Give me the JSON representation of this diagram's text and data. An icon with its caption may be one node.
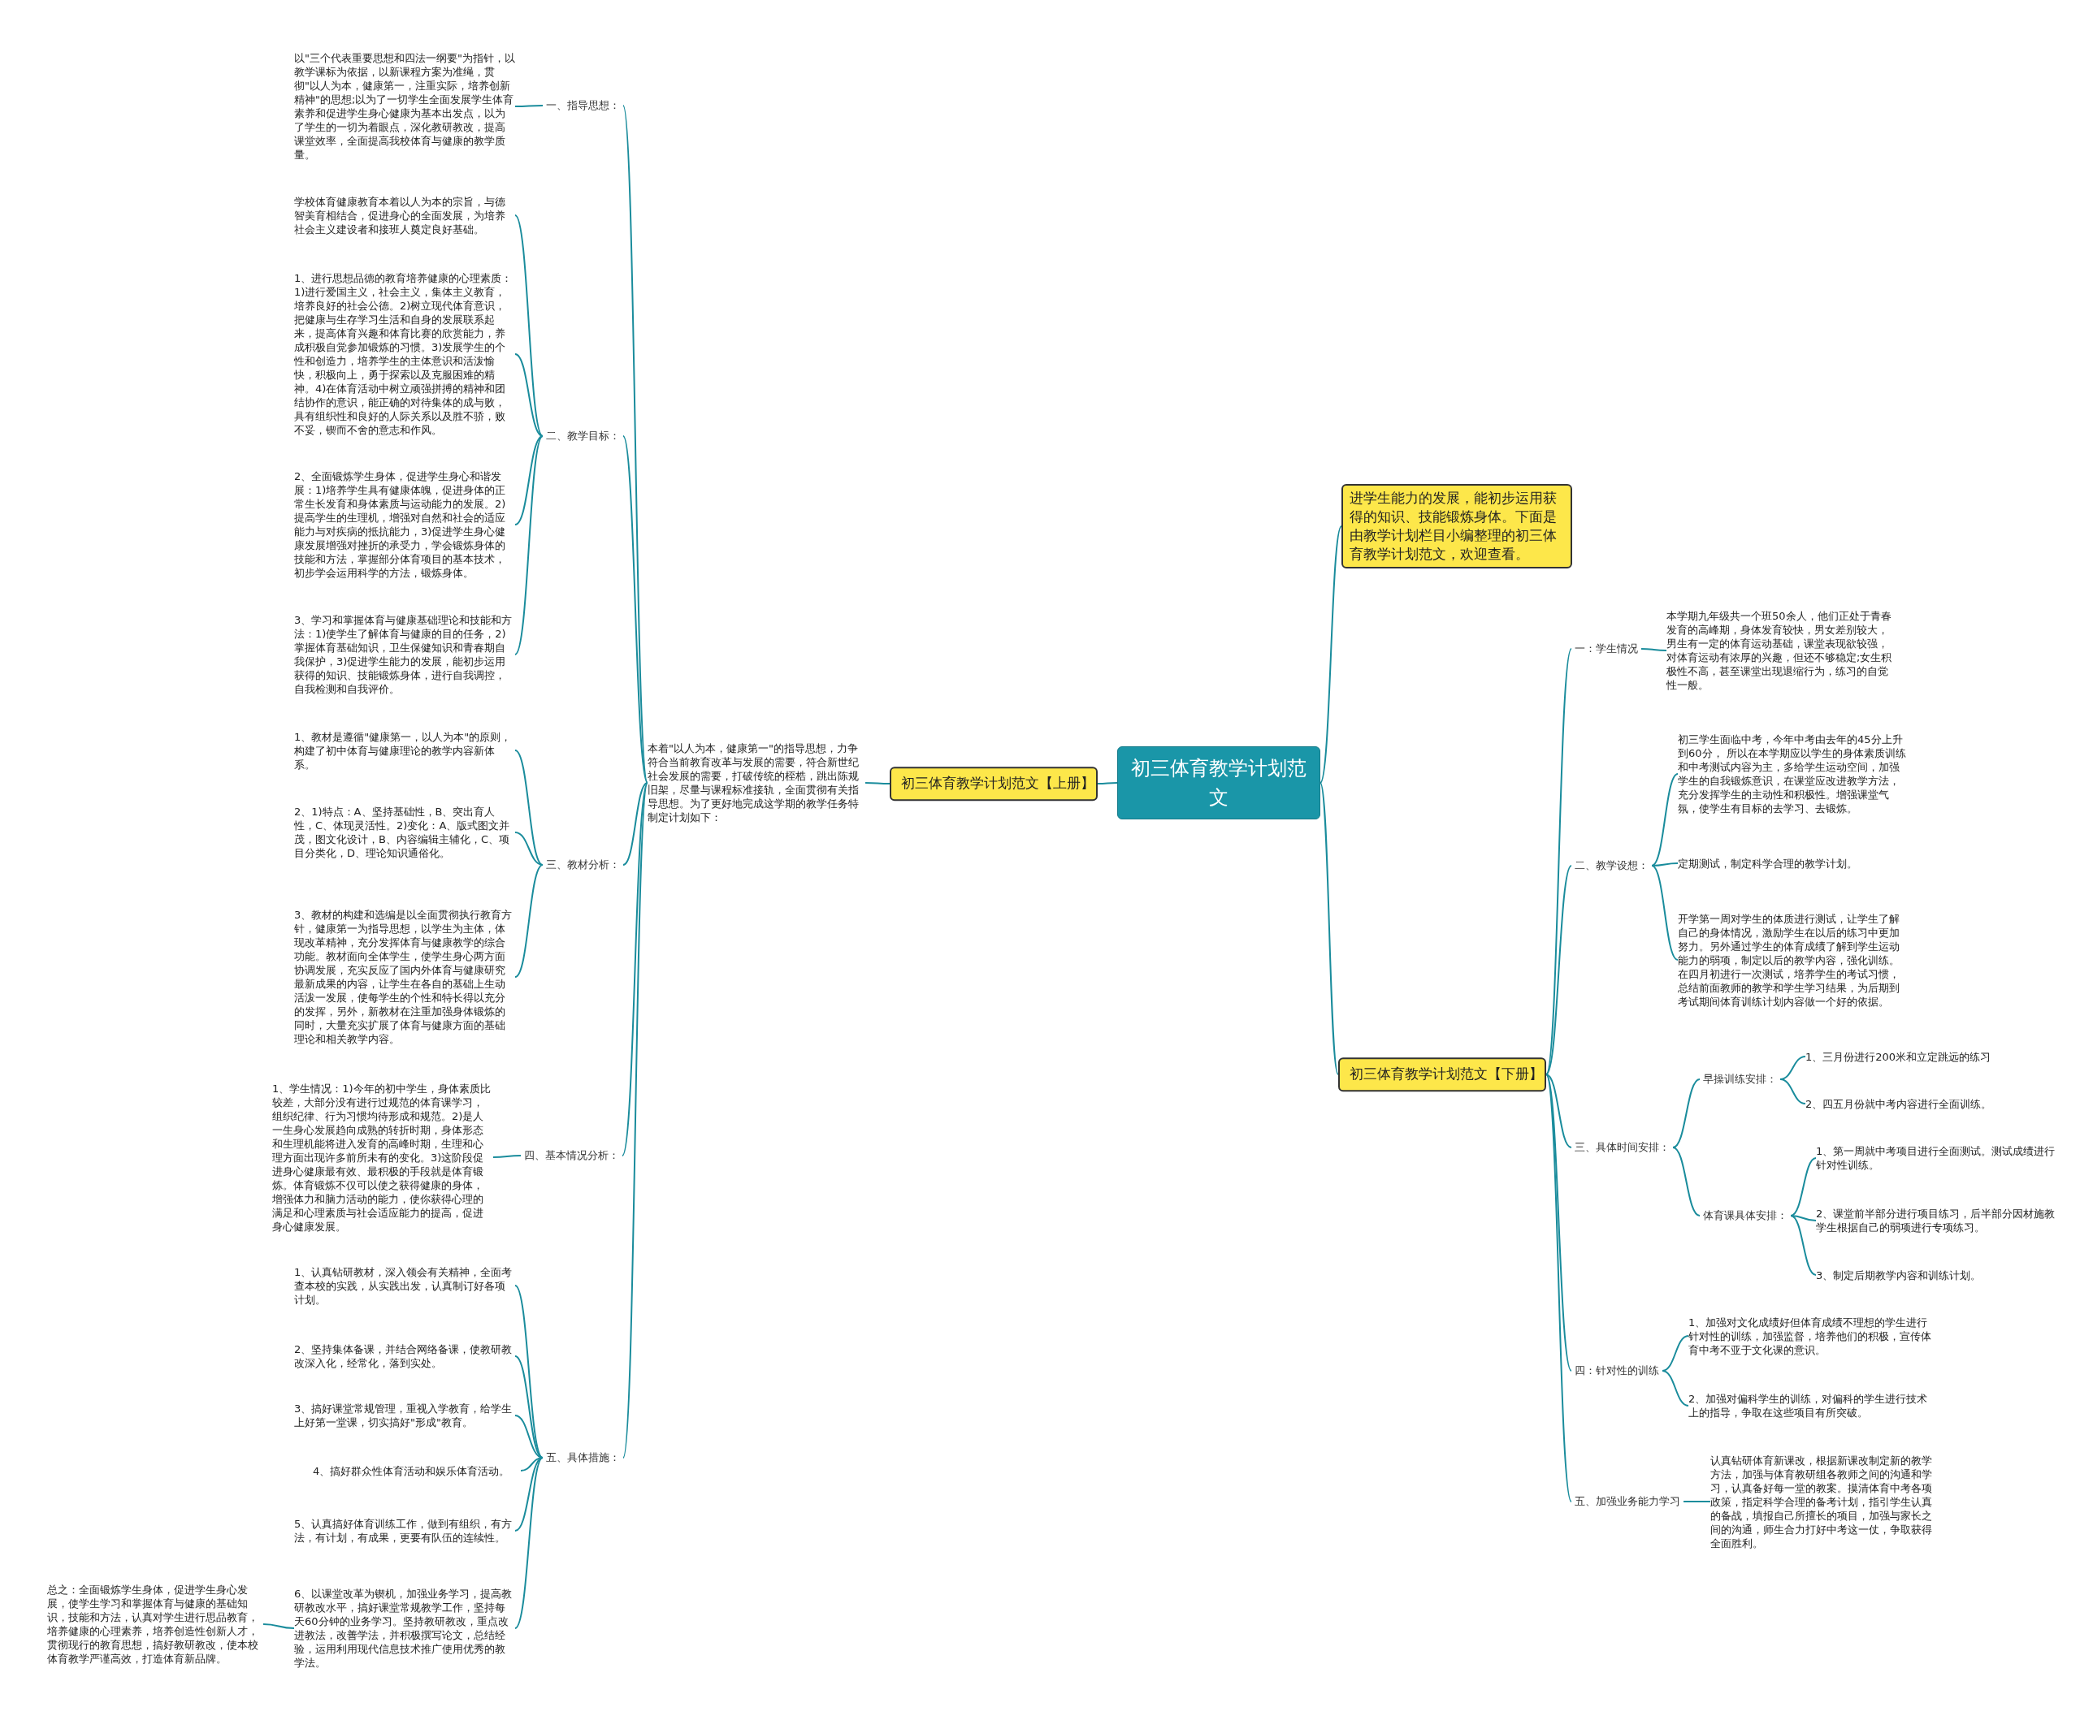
{
  "diagram": {
    "nodes": [
      {
        "text": [
          "初三体育教学计划范文"
        ]
      },
      {
        "text": [
          "初三体育教学计划范文【上册】"
        ]
      },
      {
        "text": [
          "本着\"以人为本，健康第一\"的指导思想，力争符合当前教育改革与发展的需要，符合新世纪社会发展的需要，打破传统的桎梏，跳出陈规旧架，尽量与课程标准接轨，全面贯彻有关指导思想。为了更好地完成这学期的教学任务特制定计划如下："
        ]
      },
      {
        "text": [
          "一、指导思想："
        ]
      },
      {
        "text": [
          "以\"三个代表重要思想和四法一纲要\"为指针，以教学课标为依据，以新课程方案为准绳，贯彻\"以人为本，健康第一，注重实际，培养创新精神\"的思想;以为了一切学生全面发展学生体育素养和促进学生身心健康为基本出发点，以为了学生的一切为着眼点，深化教研教改，提高课堂效率，全面提高我校体育与健康的教学质量。"
        ]
      },
      {
        "text": [
          "二、教学目标："
        ]
      },
      {
        "text": [
          "学校体育健康教育本着以人为本的宗旨，与德智美育相结合，促进身心的全面发展，为培养社会主义建设者和接班人奠定良好基础。"
        ]
      },
      {
        "text": [
          "1、进行思想品德的教育培养健康的心理素质：1)进行爱国主义，社会主义，集体主义教育，培养良好的社会公德。2)树立现代体育意识，把健康与生存学习生活和自身的发展联系起来，提高体育兴趣和体育比赛的欣赏能力，养成积极自觉参加锻炼的习惯。3)发展学生的个性和创造力，培养学生的主体意识和活泼愉快，积极向上，勇于探索以及克服困难的精神。4)在体育活动中树立顽强拼搏的精神和团结协作的意识，能正确的对待集体的成与败，具有组织性和良好的人际关系以及胜不骄，败不妥，锲而不舍的意志和作风。"
        ]
      },
      {
        "text": [
          "2、全面锻炼学生身体，促进学生身心和谐发展：1)培养学生具有健康体魄，促进身体的正常生长发育和身体素质与运动能力的发展。2)提高学生的生理机，增强对自然和社会的适应能力与对疾病的抵抗能力，3)促进学生身心健康发展增强对挫折的承受力，学会锻炼身体的技能和方法，掌握部分体育项目的基本技术，初步学会运用科学的方法，锻炼身体。"
        ]
      },
      {
        "text": [
          "3、学习和掌握体育与健康基础理论和技能和方法：1)使学生了解体育与健康的目的任务，2)掌握体育基础知识，卫生保健知识和青春期自我保护，3)促进学生能力的发展，能初步运用获得的知识、技能锻炼身体，进行自我调控，自我检测和自我评价。"
        ]
      },
      {
        "text": [
          "三、教材分析："
        ]
      },
      {
        "text": [
          "1、教材是遵循\"健康第一，以人为本\"的原则，构建了初中体育与健康理论的教学内容新体系。"
        ]
      },
      {
        "text": [
          "2、1)特点：A、坚持基础性，B、突出育人性，C、体现灵活性。2)变化：A、版式图文并茂，图文化设计，B、内容编辑主辅化，C、项目分类化，D、理论知识通俗化。"
        ]
      },
      {
        "text": [
          "3、教材的构建和选编是以全面贯彻执行教育方针，健康第一为指导思想，以学生为主体，体现改革精神，充分发挥体育与健康教学的综合功能。教材面向全体学生，使学生身心两方面协调发展，充实反应了国内外体育与健康研究最新成果的内容，让学生在各自的基础上生动活泼一发展，使每学生的个性和特长得以充分的发挥，另外，新教材在注重加强身体锻炼的同时，大量充实扩展了体育与健康方面的基础理论和相关教学内容。"
        ]
      },
      {
        "text": [
          "四、基本情况分析："
        ]
      },
      {
        "text": [
          "1、学生情况：1)今年的初中学生，身体素质比较差，大部分没有进行过规范的体育课学习，组织纪律、行为习惯均待形成和规范。2)是人一生身心发展趋向成熟的转折时期，身体形态和生理机能将进入发育的高峰时期，生理和心理方面出现许多前所未有的变化。3)这阶段促进身心健康最有效、最积极的手段就是体育锻炼。体育锻炼不仅可以使之获得健康的身体，增强体力和脑力活动的能力，使你获得心理的满足和心理素质与社会适应能力的提高，促进身心健康发展。"
        ]
      },
      {
        "text": [
          "五、具体措施："
        ]
      },
      {
        "text": [
          "1、认真钻研教材，深入领会有关精神，全面考查本校的实践，从实践出发，认真制订好各项计划。"
        ]
      },
      {
        "text": [
          "2、坚持集体备课，并结合网络备课，使教研教改深入化，经常化，落到实处。"
        ]
      },
      {
        "text": [
          "3、搞好课堂常规管理，重视入学教育，给学生上好第一堂课，切实搞好\"形成\"教育。"
        ]
      },
      {
        "text": [
          "4、搞好群众性体育活动和娱乐体育活动。"
        ]
      },
      {
        "text": [
          "5、认真搞好体育训练工作，做到有组织，有方法，有计划，有成果，更要有队伍的连续性。"
        ]
      },
      {
        "text": [
          "6、以课堂改革为锲机，加强业务学习，提高教研教改水平，搞好课堂常规教学工作，坚持每天60分钟的业务学习。坚持教研教改，重点改进教法，改善学法，并积极撰写论文，总结经验，运用利用现代信息技术推广使用优秀的教学法。"
        ]
      },
      {
        "text": [
          "总之：全面锻炼学生身体，促进学生身心发展，使学生学习和掌握体育与健康的基础知识，技能和方法，认真对学生进行思品教育，培养健康的心理素养，培养创造性创新人才，贯彻现行的教育思想，搞好教研教改，使本校体育教学严谨高效，打造体育新品牌。"
        ]
      },
      {
        "text": [
          "进学生能力的发展，能初步运用获得的知识、技能锻炼身体。下面是由教学计划栏目小编整理的初三体育教学计划范文，欢迎查看。"
        ]
      },
      {
        "text": [
          "初三体育教学计划范文【下册】"
        ]
      },
      {
        "text": [
          "一：学生情况"
        ]
      },
      {
        "text": [
          "本学期九年级共一个班50余人，他们正处于青春发育的高峰期，身体发育较快，男女差别较大，男生有一定的体育运动基础，课堂表现欲较强，对体育运动有浓厚的兴趣，但还不够稳定;女生积极性不高，甚至课堂出现退缩行为，练习的自觉性一般。"
        ]
      },
      {
        "text": [
          "二、教学设想："
        ]
      },
      {
        "text": [
          "初三学生面临中考，今年中考由去年的45分上升到60分， 所以在本学期应以学生的身体素质训练和中考测试内容为主，多给学生运动空间，加强学生的自我锻炼意识，在课堂应改进教学方法，充分发挥学生的主动性和积极性。增强课堂气氛，使学生有目标的去学习、去锻炼。"
        ]
      },
      {
        "text": [
          "定期测试，制定科学合理的教学计划。"
        ]
      },
      {
        "text": [
          "开学第一周对学生的体质进行测试，让学生了解自己的身体情况，激励学生在以后的练习中更加努力。另外通过学生的体育成绩了解到学生运动能力的弱项，制定以后的教学内容，强化训练。在四月初进行一次测试，培养学生的考试习惯，总结前面教师的教学和学生学习结果，为后期到考试期间体育训练计划内容做一个好的依据。"
        ]
      },
      {
        "text": [
          "三、具体时间安排："
        ]
      },
      {
        "text": [
          "早操训练安排："
        ]
      },
      {
        "text": [
          "1、三月份进行200米和立定跳远的练习"
        ]
      },
      {
        "text": [
          "2、四五月份就中考内容进行全面训练。"
        ]
      },
      {
        "text": [
          "体育课具体安排："
        ]
      },
      {
        "text": [
          "1、第一周就中考项目进行全面测试。测试成绩进行针对性训练。"
        ]
      },
      {
        "text": [
          "2、课堂前半部分进行项目练习，后半部分因材施教学生根据自己的弱项进行专项练习。"
        ]
      },
      {
        "text": [
          "3、制定后期教学内容和训练计划。"
        ]
      },
      {
        "text": [
          "四：针对性的训练"
        ]
      },
      {
        "text": [
          "1、加强对文化成绩好但体育成绩不理想的学生进行针对性的训练，加强监督，培养他们的积极，宣传体育中考不亚于文化课的意识。"
        ]
      },
      {
        "text": [
          "2、加强对偏科学生的训练，对偏科的学生进行技术上的指导，争取在这些项目有所突破。"
        ]
      },
      {
        "text": [
          "五、加强业务能力学习"
        ]
      },
      {
        "text": [
          "认真钻研体育新课改，根据新课改制定新的教学方法，加强与体育教研组各教师之间的沟通和学习，认真备好每一堂的教案。摸清体育中考各项政策，指定科学合理的备考计划，指引学生认真的备战，填报自己所擅长的项目，加强与家长之间的沟通，师生合力打好中考这一仗，争取获得全面胜利。"
        ]
      }
    ],
    "edges": [
      {
        "from": 0,
        "to": 1,
        "arrow": "none"
      },
      {
        "from": 1,
        "to": 2,
        "arrow": "none"
      },
      {
        "from": 2,
        "to": 3,
        "arrow": "none"
      },
      {
        "from": 2,
        "to": 5,
        "arrow": "none"
      },
      {
        "from": 2,
        "to": 10,
        "arrow": "none"
      },
      {
        "from": 2,
        "to": 14,
        "arrow": "none"
      },
      {
        "from": 2,
        "to": 16,
        "arrow": "none"
      },
      {
        "from": 3,
        "to": 4,
        "arrow": "none"
      },
      {
        "from": 5,
        "to": 6,
        "arrow": "none"
      },
      {
        "from": 5,
        "to": 7,
        "arrow": "none"
      },
      {
        "from": 5,
        "to": 8,
        "arrow": "none"
      },
      {
        "from": 5,
        "to": 9,
        "arrow": "none"
      },
      {
        "from": 10,
        "to": 11,
        "arrow": "none"
      },
      {
        "from": 10,
        "to": 12,
        "arrow": "none"
      },
      {
        "from": 10,
        "to": 13,
        "arrow": "none"
      },
      {
        "from": 14,
        "to": 15,
        "arrow": "none"
      },
      {
        "from": 16,
        "to": 17,
        "arrow": "none"
      },
      {
        "from": 16,
        "to": 18,
        "arrow": "none"
      },
      {
        "from": 16,
        "to": 19,
        "arrow": "none"
      },
      {
        "from": 16,
        "to": 20,
        "arrow": "none"
      },
      {
        "from": 16,
        "to": 21,
        "arrow": "none"
      },
      {
        "from": 16,
        "to": 22,
        "arrow": "none"
      },
      {
        "from": 22,
        "to": 23,
        "arrow": "none"
      },
      {
        "from": 0,
        "to": 24,
        "arrow": "none"
      },
      {
        "from": 0,
        "to": 25,
        "arrow": "none"
      },
      {
        "from": 25,
        "to": 26,
        "arrow": "none"
      },
      {
        "from": 25,
        "to": 28,
        "arrow": "none"
      },
      {
        "from": 25,
        "to": 32,
        "arrow": "none"
      },
      {
        "from": 25,
        "to": 40,
        "arrow": "none"
      },
      {
        "from": 25,
        "to": 43,
        "arrow": "none"
      },
      {
        "from": 26,
        "to": 27,
        "arrow": "none"
      },
      {
        "from": 28,
        "to": 29,
        "arrow": "none"
      },
      {
        "from": 28,
        "to": 30,
        "arrow": "none"
      },
      {
        "from": 28,
        "to": 31,
        "arrow": "none"
      },
      {
        "from": 32,
        "to": 33,
        "arrow": "none"
      },
      {
        "from": 32,
        "to": 36,
        "arrow": "none"
      },
      {
        "from": 33,
        "to": 34,
        "arrow": "none"
      },
      {
        "from": 33,
        "to": 35,
        "arrow": "none"
      },
      {
        "from": 36,
        "to": 37,
        "arrow": "none"
      },
      {
        "from": 36,
        "to": 38,
        "arrow": "none"
      },
      {
        "from": 36,
        "to": 39,
        "arrow": "none"
      },
      {
        "from": 40,
        "to": 41,
        "arrow": "none"
      },
      {
        "from": 40,
        "to": 42,
        "arrow": "none"
      },
      {
        "from": 43,
        "to": 44,
        "arrow": "none"
      }
    ]
  }
}
